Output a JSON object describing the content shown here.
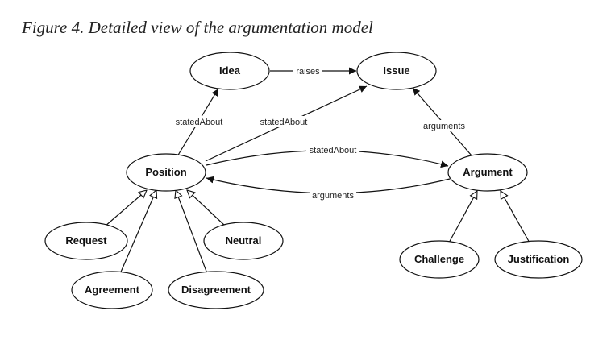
{
  "caption": "Figure 4. Detailed view of the argumentation model",
  "nodes": {
    "idea": "Idea",
    "issue": "Issue",
    "position": "Position",
    "argument": "Argument",
    "request": "Request",
    "agreement": "Agreement",
    "disagreement": "Disagreement",
    "neutral": "Neutral",
    "challenge": "Challenge",
    "justification": "Justification"
  },
  "edges": {
    "idea_raises_issue": "raises",
    "position_statedabout_idea": "statedAbout",
    "position_statedabout_issue": "statedAbout",
    "argument_arguments_issue": "arguments",
    "position_statedabout_argument": "statedAbout",
    "argument_arguments_position": "arguments"
  }
}
